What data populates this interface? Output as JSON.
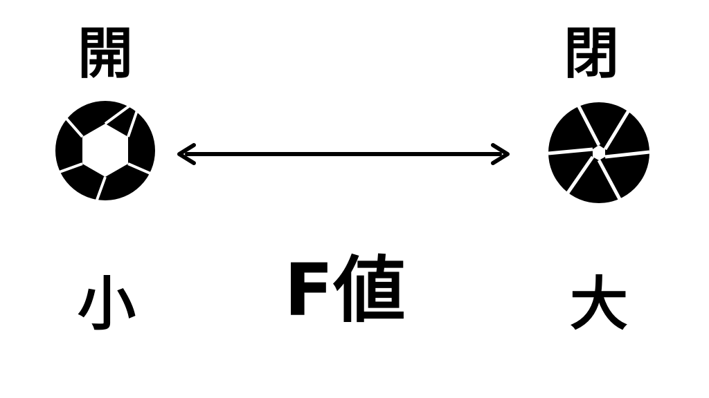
{
  "labels": {
    "left_top": "開",
    "right_top": "閉",
    "left_bottom": "小",
    "right_bottom": "大",
    "center": "F値"
  },
  "icons": {
    "left": "aperture-open-icon",
    "right": "aperture-closed-icon",
    "arrow": "double-arrow-icon"
  },
  "colors": {
    "foreground": "#000000",
    "background": "#ffffff"
  }
}
